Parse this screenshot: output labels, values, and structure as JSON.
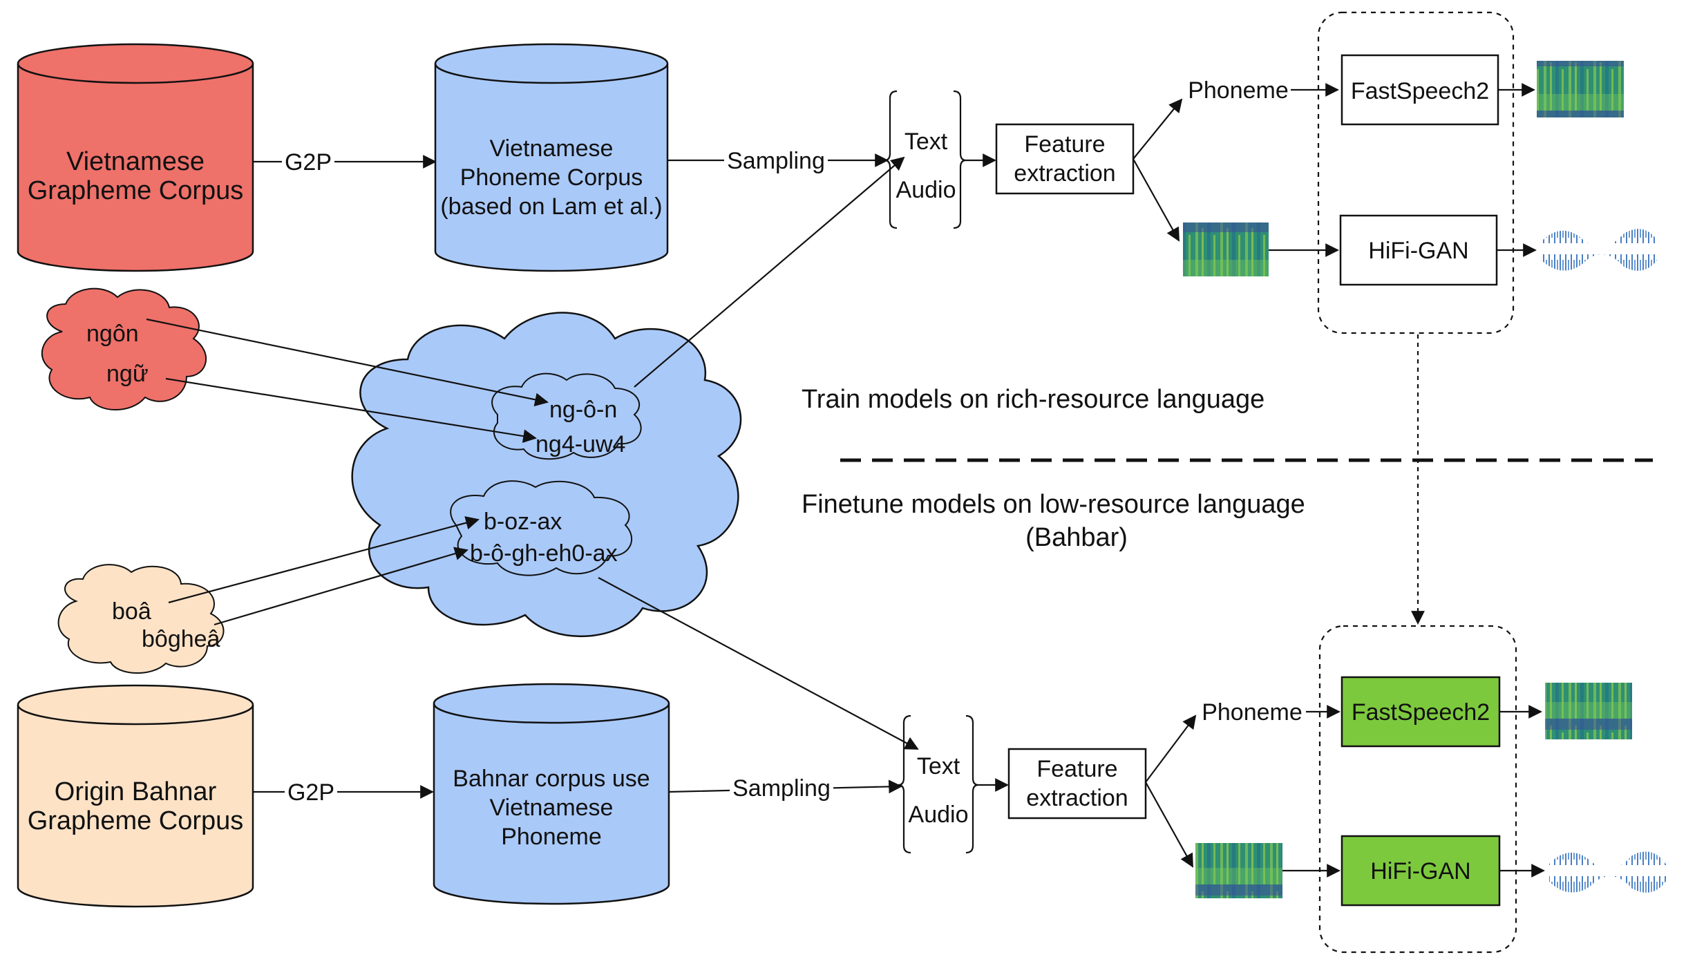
{
  "colors": {
    "red": "#ee716a",
    "blue": "#a9c9f8",
    "peach": "#fde2c6",
    "green": "#7dc93e",
    "spectrogram": "#2a9e7a",
    "waveform": "#4a7fc1"
  },
  "top": {
    "grapheme_corpus": [
      "Vietnamese",
      "Grapheme Corpus"
    ],
    "g2p": "G2P",
    "phoneme_corpus": [
      "Vietnamese",
      "Phoneme Corpus",
      "(based on Lam et al.)"
    ],
    "sampling": "Sampling",
    "text": "Text",
    "audio": "Audio",
    "feature_extraction": [
      "Feature",
      "extraction"
    ],
    "phoneme": "Phoneme",
    "fastspeech": "FastSpeech2",
    "hifigan": "HiFi-GAN"
  },
  "bottom": {
    "grapheme_corpus": [
      "Origin Bahnar",
      "Grapheme Corpus"
    ],
    "g2p": "G2P",
    "phoneme_corpus": [
      "Bahnar corpus use",
      "Vietnamese",
      "Phoneme"
    ],
    "sampling": "Sampling",
    "text": "Text",
    "audio": "Audio",
    "feature_extraction": [
      "Feature",
      "extraction"
    ],
    "phoneme": "Phoneme",
    "fastspeech": "FastSpeech2",
    "hifigan": "HiFi-GAN"
  },
  "vietnamese_words": [
    "ngôn",
    "ngữ"
  ],
  "vietnamese_phonemes": [
    "ng-ô-n",
    "ng4-uw4"
  ],
  "bahnar_words": [
    "boâ",
    "bôgheâ"
  ],
  "bahnar_phonemes": [
    "b-oz-ax",
    "b-ô-gh-eh0-ax"
  ],
  "captions": {
    "train": "Train models on rich-resource language",
    "finetune": [
      "Finetune models on low-resource language",
      "(Bahbar)"
    ]
  }
}
